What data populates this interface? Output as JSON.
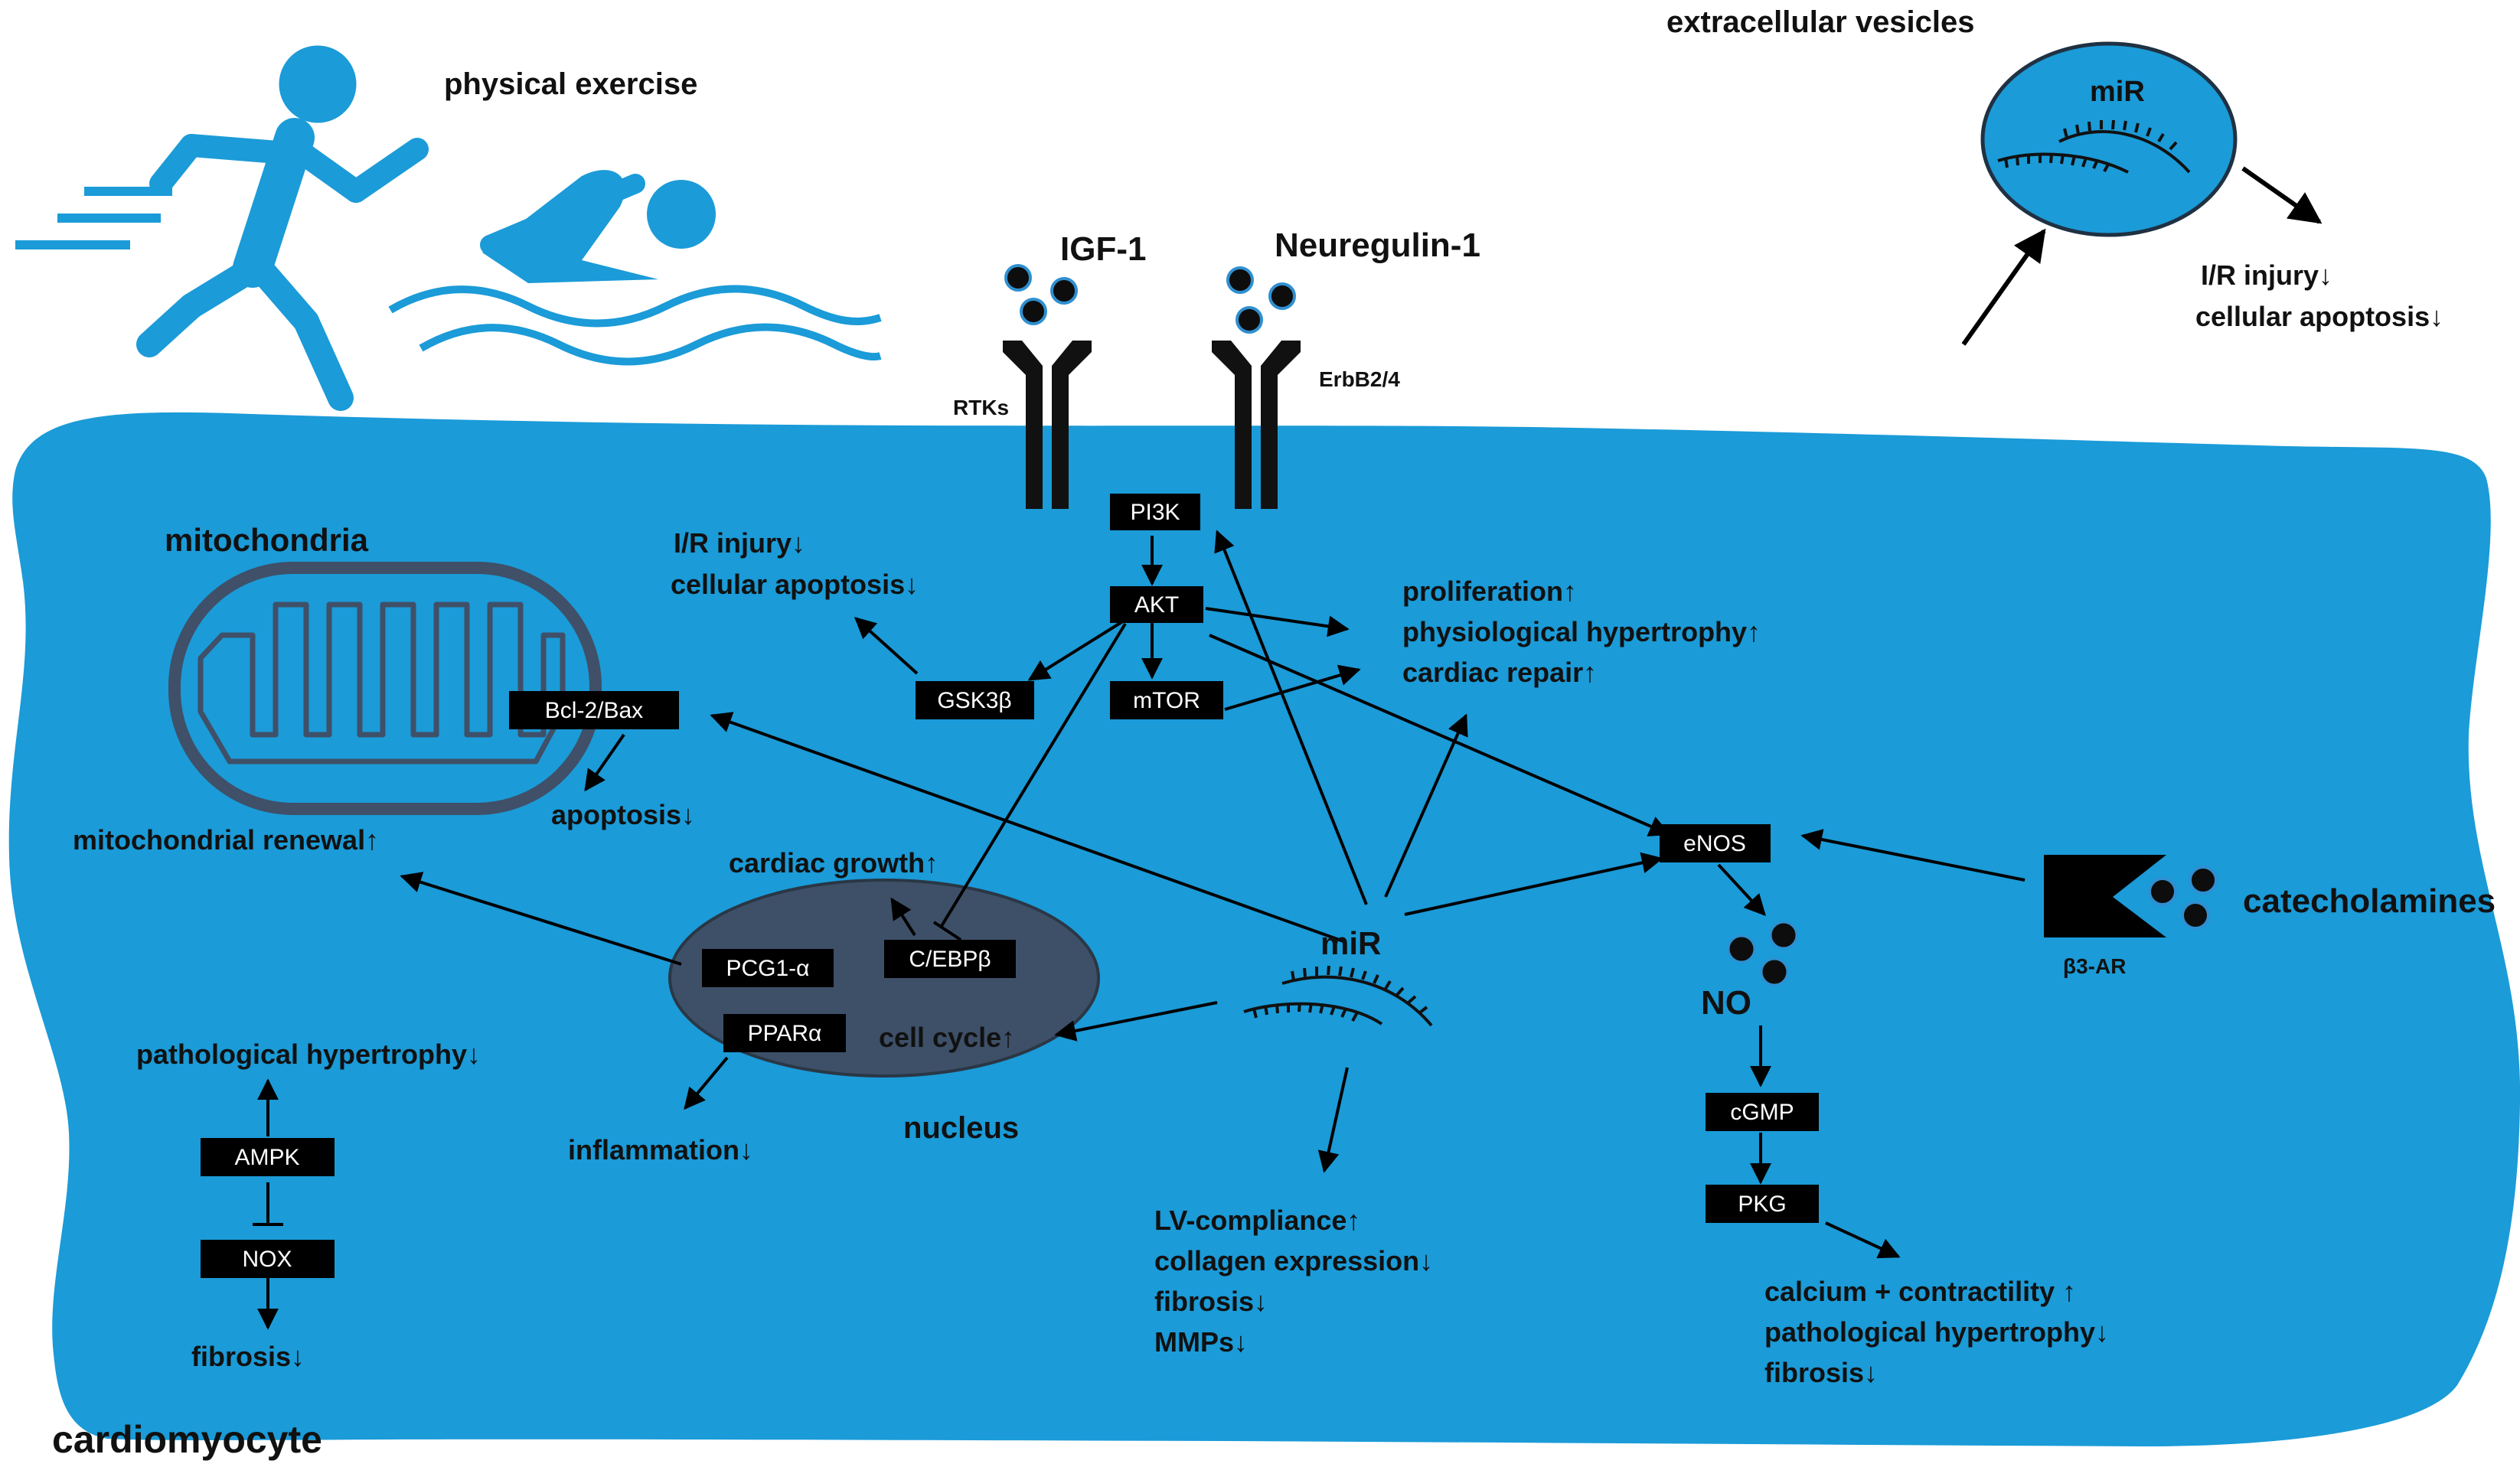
{
  "colors": {
    "cell": "#1b9bd8",
    "nucleus": "#3e5068",
    "box": "#000000",
    "box_text": "#ffffff",
    "text": "#111111",
    "icon": "#1b9bd8",
    "mito_outline": "#3f5068"
  },
  "labels": {
    "physical_exercise": "physical exercise",
    "extracellular_vesicles": "extracellular vesicles",
    "vesicle_mir": "miR",
    "ev_effect_1": "I/R injury↓",
    "ev_effect_2": "cellular apoptosis↓",
    "igf1": "IGF-1",
    "neuregulin": "Neuregulin-1",
    "rtks": "RTKs",
    "erbb": "ErbB2/4",
    "mitochondria": "mitochondria",
    "gsk_effect_1": "I/R injury↓",
    "gsk_effect_2": "cellular apoptosis↓",
    "growth_effect_1": "proliferation↑",
    "growth_effect_2": "physiological hypertrophy↑",
    "growth_effect_3": "cardiac repair↑",
    "apoptosis": "apoptosis↓",
    "mito_renewal": "mitochondrial renewal↑",
    "cardiac_growth": "cardiac growth↑",
    "cell_cycle": "cell cycle↑",
    "mir_center": "miR",
    "nucleus": "nucleus",
    "inflammation": "inflammation↓",
    "path_hypertrophy": "pathological hypertrophy↓",
    "fibrosis_left": "fibrosis↓",
    "lv_1": "LV-compliance↑",
    "lv_2": "collagen expression↓",
    "lv_3": "fibrosis↓",
    "lv_4": "MMPs↓",
    "no": "NO",
    "catecholamines": "catecholamines",
    "beta3": "β3-AR",
    "pkg_1": "calcium + contractility ↑",
    "pkg_2": "pathological hypertrophy↓",
    "pkg_3": "fibrosis↓",
    "cardiomyocyte": "cardiomyocyte"
  },
  "boxes": {
    "pi3k": "PI3K",
    "akt": "AKT",
    "gsk3b": "GSK3β",
    "mtor": "mTOR",
    "bcl2": "Bcl-2/Bax",
    "enos": "eNOS",
    "pcg1": "PCG1-α",
    "cebpb": "C/EBPβ",
    "ppara": "PPARα",
    "ampk": "AMPK",
    "nox": "NOX",
    "cgmp": "cGMP",
    "pkg": "PKG"
  },
  "icons": [
    "runner-icon",
    "swimmer-icon",
    "receptor-icon",
    "mitochondrion-icon",
    "microrna-icon",
    "vesicle-icon",
    "ligand-dots-icon"
  ]
}
